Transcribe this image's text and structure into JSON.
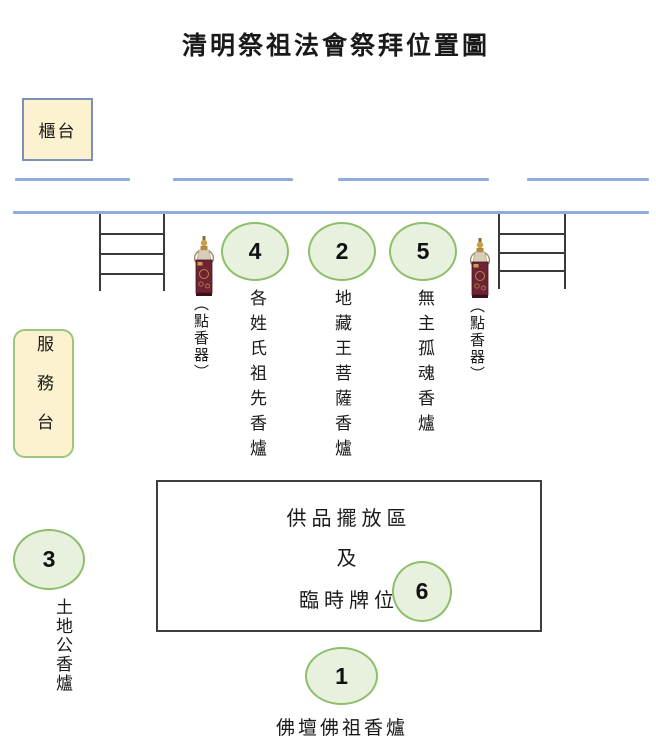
{
  "title": "清明祭祖法會祭拜位置圖",
  "counter": {
    "label": "櫃台"
  },
  "service_desk": {
    "label": "服務台"
  },
  "incense_lighters": {
    "left_label": "（點香器）",
    "right_label": "（點香器）"
  },
  "offering_area": {
    "line1": "供品擺放區",
    "line2": "及",
    "line3": "臨時牌位"
  },
  "stations": [
    {
      "number": "4",
      "label": "各姓氏祖先香爐"
    },
    {
      "number": "2",
      "label": "地藏王菩薩香爐"
    },
    {
      "number": "5",
      "label": "無主孤魂香爐"
    },
    {
      "number": "3",
      "label": "土地公香爐"
    },
    {
      "number": "6",
      "label": ""
    },
    {
      "number": "1",
      "label": "佛壇佛祖香爐"
    }
  ],
  "colors": {
    "line_blue": "#8FAADC",
    "circle_fill": "#E7F1DE",
    "circle_border": "#8DBF6B",
    "box_fill": "#FDF2CF",
    "counter_border": "#7B90BE",
    "service_border": "#9CC57E",
    "ladder": "#3A3A3A",
    "offer_rect_border": "#3F3F3F",
    "text": "#1A1A1A"
  }
}
